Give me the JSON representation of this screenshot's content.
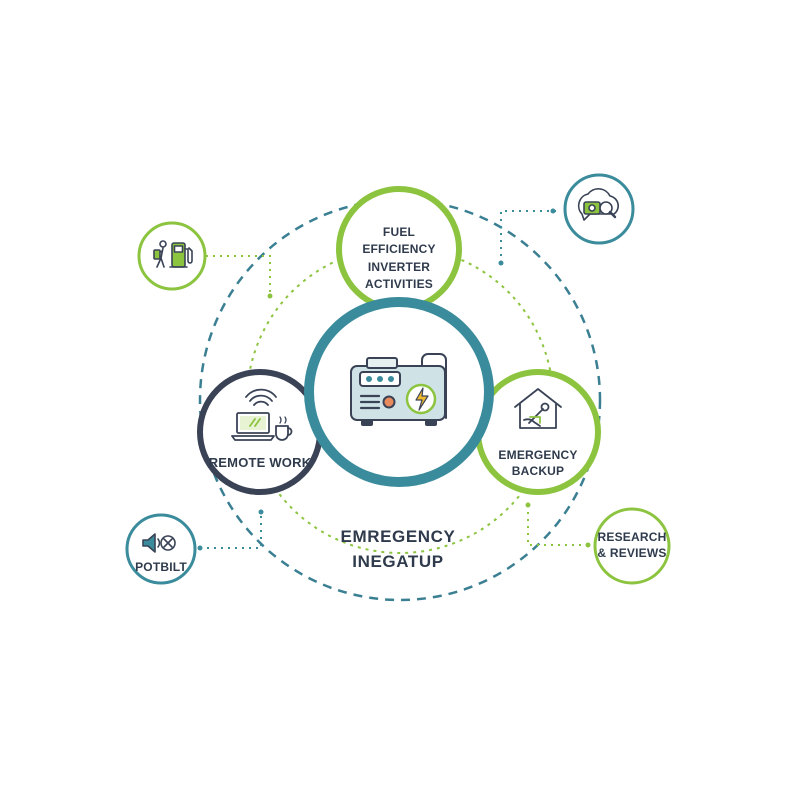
{
  "colors": {
    "teal": "#3a8b9b",
    "navy": "#3a4356",
    "green": "#8cc43f",
    "dark_text": "#2f3b4c"
  },
  "center": {
    "icon": "generator-icon",
    "label_line1": "EMREGENCY",
    "label_line2": "INEGATUP"
  },
  "nodes": {
    "fuel": {
      "line1": "FUEL",
      "line2": "EFFICIENCY",
      "line3": "INVERTER",
      "line4": "ACTIVITIES"
    },
    "remote": {
      "label": "REMOTE WORK",
      "icon": "laptop-coffee-icon"
    },
    "backup": {
      "line1": "EMERGENCY",
      "line2": "BACKUP",
      "icon": "house-tools-icon"
    }
  },
  "satellites": {
    "camping": {
      "icon": "hiker-fuel-pump-icon"
    },
    "search": {
      "icon": "camera-search-bubble-icon"
    },
    "quiet": {
      "label": "POTBILT",
      "icon": "speaker-mute-icon"
    },
    "reviews": {
      "line1": "RESEARCH",
      "line2": "& REVIEWS"
    }
  }
}
